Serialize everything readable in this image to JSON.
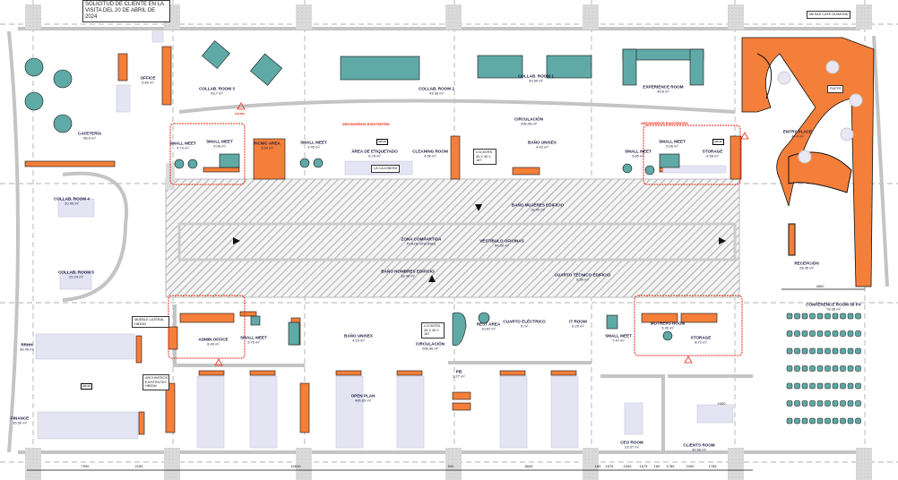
{
  "notes": {
    "client_request": "SOLICITUD DE CLIENTE EN LA VISITA DEL 20 DE ABRIL DE 2024",
    "existing_files_1": "ARCHIVEROS EXISTENTES",
    "existing_files_2": "ARCHIVEROS EXISTENTES",
    "existing_files_3": "ARCHIVEROS EXISTENTES HB30M",
    "side_furniture": "MUEBLE LATERAL HB30M",
    "drawer": "LA CAJONERA",
    "cafe_tables": "MESAS CAFE DIAMOND",
    "puffs": "PUFFS",
    "lockers_1": "LOCKERS 45 X 45 X 187",
    "lockers_2": "LOCKERS 45 X 45 X 187",
    "safety": "SALIDA",
    "furniture_tag": "HB120"
  },
  "rooms": [
    {
      "name": "CAFETERÍA",
      "area": "58.6 m²"
    },
    {
      "name": "OFFICE",
      "area": "6.60 m²"
    },
    {
      "name": "COLLAB. ROOM 3",
      "area": "43.7 m²"
    },
    {
      "name": "COLLAB. ROOM 2",
      "area": "43.36 m²"
    },
    {
      "name": "COLLAB. ROOM 1",
      "area": "43.50 m²"
    },
    {
      "name": "EXPERIENCE ROOM",
      "area": "45.6 m²"
    },
    {
      "name": "CIRCULACIÓN",
      "area": "208.06 m²"
    },
    {
      "name": "SMALL MEET",
      "area": "4.70 m²"
    },
    {
      "name": "SMALL MEET",
      "area": "5.06 m²"
    },
    {
      "name": "PICNIC AREA",
      "area": "5.50 m²"
    },
    {
      "name": "SMALL MEET",
      "area": "4.45 m²"
    },
    {
      "name": "ÁREA DE ETIQUETADO",
      "area": "6.78 m²"
    },
    {
      "name": "CLEANING ROOM",
      "area": "4.50 m²"
    },
    {
      "name": "BAÑO UNISEX",
      "area": "4.42 m²"
    },
    {
      "name": "SMALL MEET",
      "area": "5.85 m²"
    },
    {
      "name": "SMALL MEET",
      "area": "5.06 m²"
    },
    {
      "name": "STORAGE",
      "area": "4.58 m²"
    },
    {
      "name": "ENTRY PLACE",
      "area": "44.4 m²"
    },
    {
      "name": "COLLAB. ROOM 4",
      "area": "20.45 m²"
    },
    {
      "name": "COLLAB. ROOM 5",
      "area": "20.24 m²"
    },
    {
      "name": "ZONA COMPARTIDA",
      "area": "PLAZA OFICINAS"
    },
    {
      "name": "VESTÍBULO OFICINAS",
      "area": "84.00 m²"
    },
    {
      "name": "BAÑO MUJERES EDIFICIO",
      "area": "18.40 m²"
    },
    {
      "name": "BAÑO HOMBRES EDIFICIO",
      "area": "18.40 m²"
    },
    {
      "name": "CUARTO TÉCNICO EDIFICIO",
      "area": "8.50 m²"
    },
    {
      "name": "RECEPCIÓN",
      "area": "28.45 m²"
    },
    {
      "name": "RRHH",
      "area": "36.45 m²"
    },
    {
      "name": "ADMIN OFFICE",
      "area": "8.40 m²"
    },
    {
      "name": "SMALL MEET",
      "area": "5.76 m²"
    },
    {
      "name": "BAÑO UNISEX",
      "area": "4.23 m²"
    },
    {
      "name": "CIRCULACIÓN",
      "area": "208.06 m²"
    },
    {
      "name": "REST AREA",
      "area": "10.87 m²"
    },
    {
      "name": "CUARTO ELÉCTRICO",
      "area": "5 m²"
    },
    {
      "name": "IT ROOM",
      "area": "6.20 m²"
    },
    {
      "name": "SMALL MEET",
      "area": "7.47 m²"
    },
    {
      "name": "MOTHERS ROOM",
      "area": "5.36 m²"
    },
    {
      "name": "STORAGE",
      "area": "8.72 m²"
    },
    {
      "name": "CONFERENCE ROOM 50 PX",
      "area": "78.38 m²"
    },
    {
      "name": "FINANCE",
      "area": "35.50 m²"
    },
    {
      "name": "OPEN PLAN",
      "area": "406.65 m²"
    },
    {
      "name": "PB",
      "area": "3.27 m²"
    },
    {
      "name": "CEO ROOM",
      "area": "23.37 m²"
    },
    {
      "name": "CLIENTS ROOM",
      "area": "30.50 m²"
    }
  ],
  "dimensions": [
    "7990",
    "2150",
    "10640",
    "500",
    "8840",
    "160",
    "1675",
    "1000",
    "1675",
    "160",
    "1785",
    "2400",
    "1785",
    "2400",
    "4800"
  ]
}
